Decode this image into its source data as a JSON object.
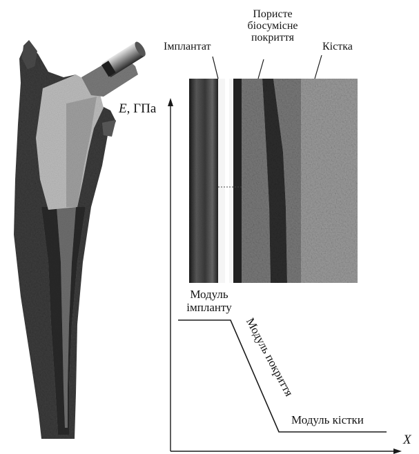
{
  "labels": {
    "porous_coating": "Пористе біосумісне покриття",
    "implant": "Імплантат",
    "bone": "Кістка",
    "axis_e_symbol": "E",
    "axis_e_unit": ", ГПа",
    "implant_modulus": "Модуль імпланту",
    "coating_modulus": "Модуль покриття",
    "bone_modulus": "Модуль кістки",
    "axis_x": "X"
  }
}
